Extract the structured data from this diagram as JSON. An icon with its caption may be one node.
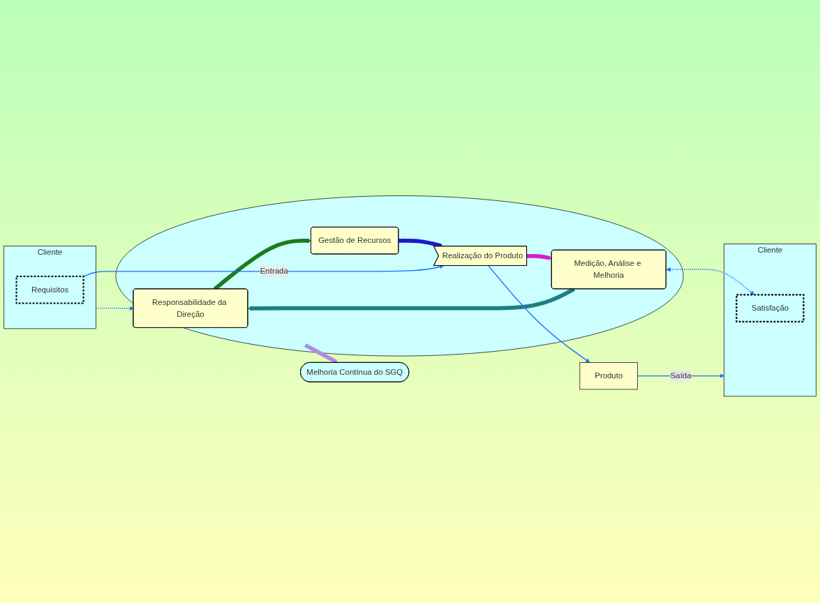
{
  "diagram": {
    "nodes": [
      {
        "text": [
          "Melhoria Contínua do SGQ"
        ]
      },
      {
        "text": [],
        "shape": "circle"
      },
      {
        "text": [
          "Cliente"
        ]
      },
      {
        "text": [
          "Requisitos"
        ],
        "in": 2
      },
      {
        "text": [
          "Responsabilidade da Direção"
        ],
        "in": 1
      },
      {
        "text": [
          "Gestão de Recursos"
        ],
        "in": 1
      },
      {
        "text": [
          "Medição, Análise e Melhoria"
        ],
        "in": 1
      },
      {
        "text": [
          "Realização do Produto"
        ],
        "in": 1
      },
      {
        "text": [
          "Produto"
        ]
      },
      {
        "text": [
          "Cliente"
        ]
      },
      {
        "text": [
          "Satisfação"
        ],
        "in": 9
      }
    ],
    "edges": [
      {
        "from": 1,
        "to": 0,
        "arrow": "to",
        "style": "thick",
        "color": "#b08ce0"
      },
      {
        "from": 2,
        "to": 4,
        "arrow": "to",
        "style": "dashed"
      },
      {
        "from": 4,
        "to": 5,
        "arrow": "to",
        "style": "thick",
        "color": "#1e7a1e"
      },
      {
        "from": 5,
        "to": 7,
        "arrow": "to",
        "style": "thick",
        "color": "#1a1acc"
      },
      {
        "from": 7,
        "to": 6,
        "arrow": "to",
        "style": "thick",
        "color": "#d020d0"
      },
      {
        "from": 6,
        "to": 4,
        "arrow": "to",
        "style": "thick",
        "color": "#1f7f7f"
      },
      {
        "from": 6,
        "to": 10,
        "arrow": "both",
        "style": "dashed"
      },
      {
        "from": 3,
        "to": 7,
        "arrow": "to",
        "label": "Entrada"
      },
      {
        "from": 7,
        "to": 8,
        "arrow": "to"
      },
      {
        "from": 8,
        "to": 9,
        "arrow": "to",
        "label": "Saída"
      }
    ]
  }
}
